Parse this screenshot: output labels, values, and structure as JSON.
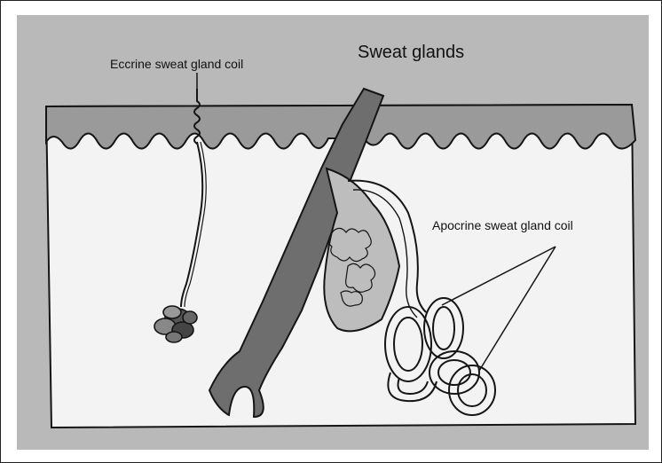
{
  "diagram": {
    "title": "Sweat glands",
    "labels": {
      "eccrine": "Eccrine sweat gland coil",
      "apocrine": "Apocrine sweat gland coil"
    },
    "colors": {
      "frame_background": "#b9b9b9",
      "skin_layer": "#f3f3f3",
      "epidermis": "#9a9a9a",
      "hair_shaft": "#6e6e6e",
      "outline": "#151515"
    }
  }
}
